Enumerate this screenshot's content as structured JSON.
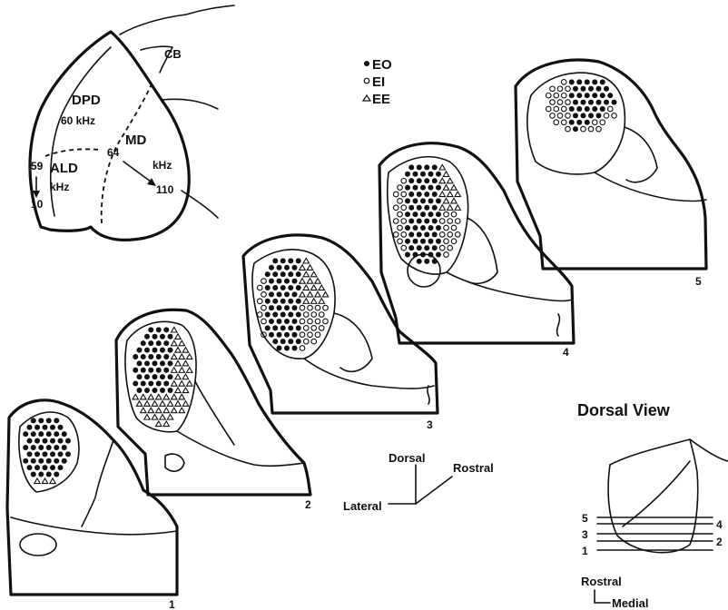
{
  "inset": {
    "regions": {
      "cb": "CB",
      "dpd": "DPD",
      "dpd_freq": "60 kHz",
      "ald": "ALD",
      "md": "MD",
      "ald_low": "59",
      "ald_high": "10",
      "ald_unit": "kHz",
      "md_low": "64",
      "md_unit": "kHz",
      "md_high": "110"
    }
  },
  "legend": {
    "items": [
      {
        "label": "EO",
        "marker": "filled-circle"
      },
      {
        "label": "EI",
        "marker": "open-circle"
      },
      {
        "label": "EE",
        "marker": "open-triangle"
      }
    ]
  },
  "sections": [
    {
      "label": "1"
    },
    {
      "label": "2"
    },
    {
      "label": "3"
    },
    {
      "label": "4"
    },
    {
      "label": "5"
    }
  ],
  "orientation": {
    "dorsal": "Dorsal",
    "rostral": "Rostral",
    "lateral": "Lateral"
  },
  "dorsal_view": {
    "title": "Dorsal View",
    "levels_left": [
      "5",
      "3",
      "1"
    ],
    "levels_right": [
      "4",
      "2"
    ],
    "axis_rostral": "Rostral",
    "axis_medial": "Medial"
  },
  "colors": {
    "ink": "#111111",
    "background": "#ffffff"
  }
}
